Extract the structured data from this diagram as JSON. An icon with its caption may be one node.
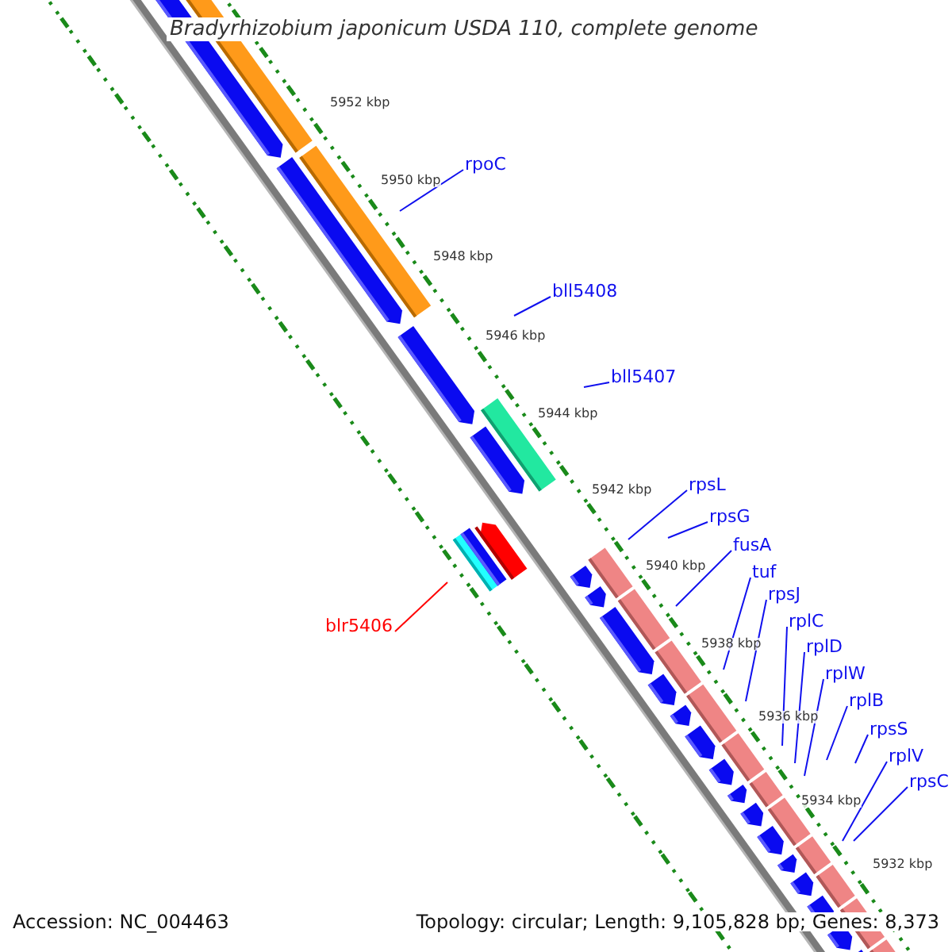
{
  "diagram": {
    "title": "Bradyrhizobium japonicum USDA 110, complete genome",
    "nodes": [
      {
        "text": [
          "rpoC"
        ]
      },
      {
        "text": [
          "bll5408"
        ]
      },
      {
        "text": [
          "bll5407"
        ]
      },
      {
        "text": [
          "rpsL"
        ]
      },
      {
        "text": [
          "rpsG"
        ]
      },
      {
        "text": [
          "fusA"
        ]
      },
      {
        "text": [
          "tuf"
        ]
      },
      {
        "text": [
          "rpsJ"
        ]
      },
      {
        "text": [
          "rplC"
        ]
      },
      {
        "text": [
          "rplD"
        ]
      },
      {
        "text": [
          "rplW"
        ]
      },
      {
        "text": [
          "rplB"
        ]
      },
      {
        "text": [
          "rpsS"
        ]
      },
      {
        "text": [
          "rplV"
        ]
      },
      {
        "text": [
          "rpsC"
        ]
      },
      {
        "text": [
          "blr5406"
        ]
      }
    ],
    "edges": [
      {
        "from": 0,
        "to": null,
        "arrow": "none"
      },
      {
        "from": 1,
        "to": null,
        "arrow": "none"
      },
      {
        "from": 2,
        "to": null,
        "arrow": "none"
      },
      {
        "from": 3,
        "to": null,
        "arrow": "none"
      },
      {
        "from": 4,
        "to": null,
        "arrow": "none"
      },
      {
        "from": 5,
        "to": null,
        "arrow": "none"
      },
      {
        "from": 6,
        "to": null,
        "arrow": "none"
      },
      {
        "from": 7,
        "to": null,
        "arrow": "none"
      },
      {
        "from": 8,
        "to": null,
        "arrow": "none"
      },
      {
        "from": 9,
        "to": null,
        "arrow": "none"
      },
      {
        "from": 10,
        "to": null,
        "arrow": "none"
      },
      {
        "from": 11,
        "to": null,
        "arrow": "none"
      },
      {
        "from": 12,
        "to": null,
        "arrow": "none"
      },
      {
        "from": 13,
        "to": null,
        "arrow": "none"
      },
      {
        "from": 14,
        "to": null,
        "arrow": "none"
      },
      {
        "from": 15,
        "to": null,
        "arrow": "none",
        "color": "#ff0000"
      }
    ],
    "labels": [
      "5952 kbp",
      "5950 kbp",
      "5948 kbp",
      "5946 kbp",
      "5944 kbp",
      "5942 kbp",
      "5940 kbp",
      "5938 kbp",
      "5936 kbp",
      "5934 kbp",
      "5932 kbp",
      "Accession: NC_004463",
      "Topology: circular; Length: 9,105,828 bp; Genes: 8,373"
    ]
  }
}
